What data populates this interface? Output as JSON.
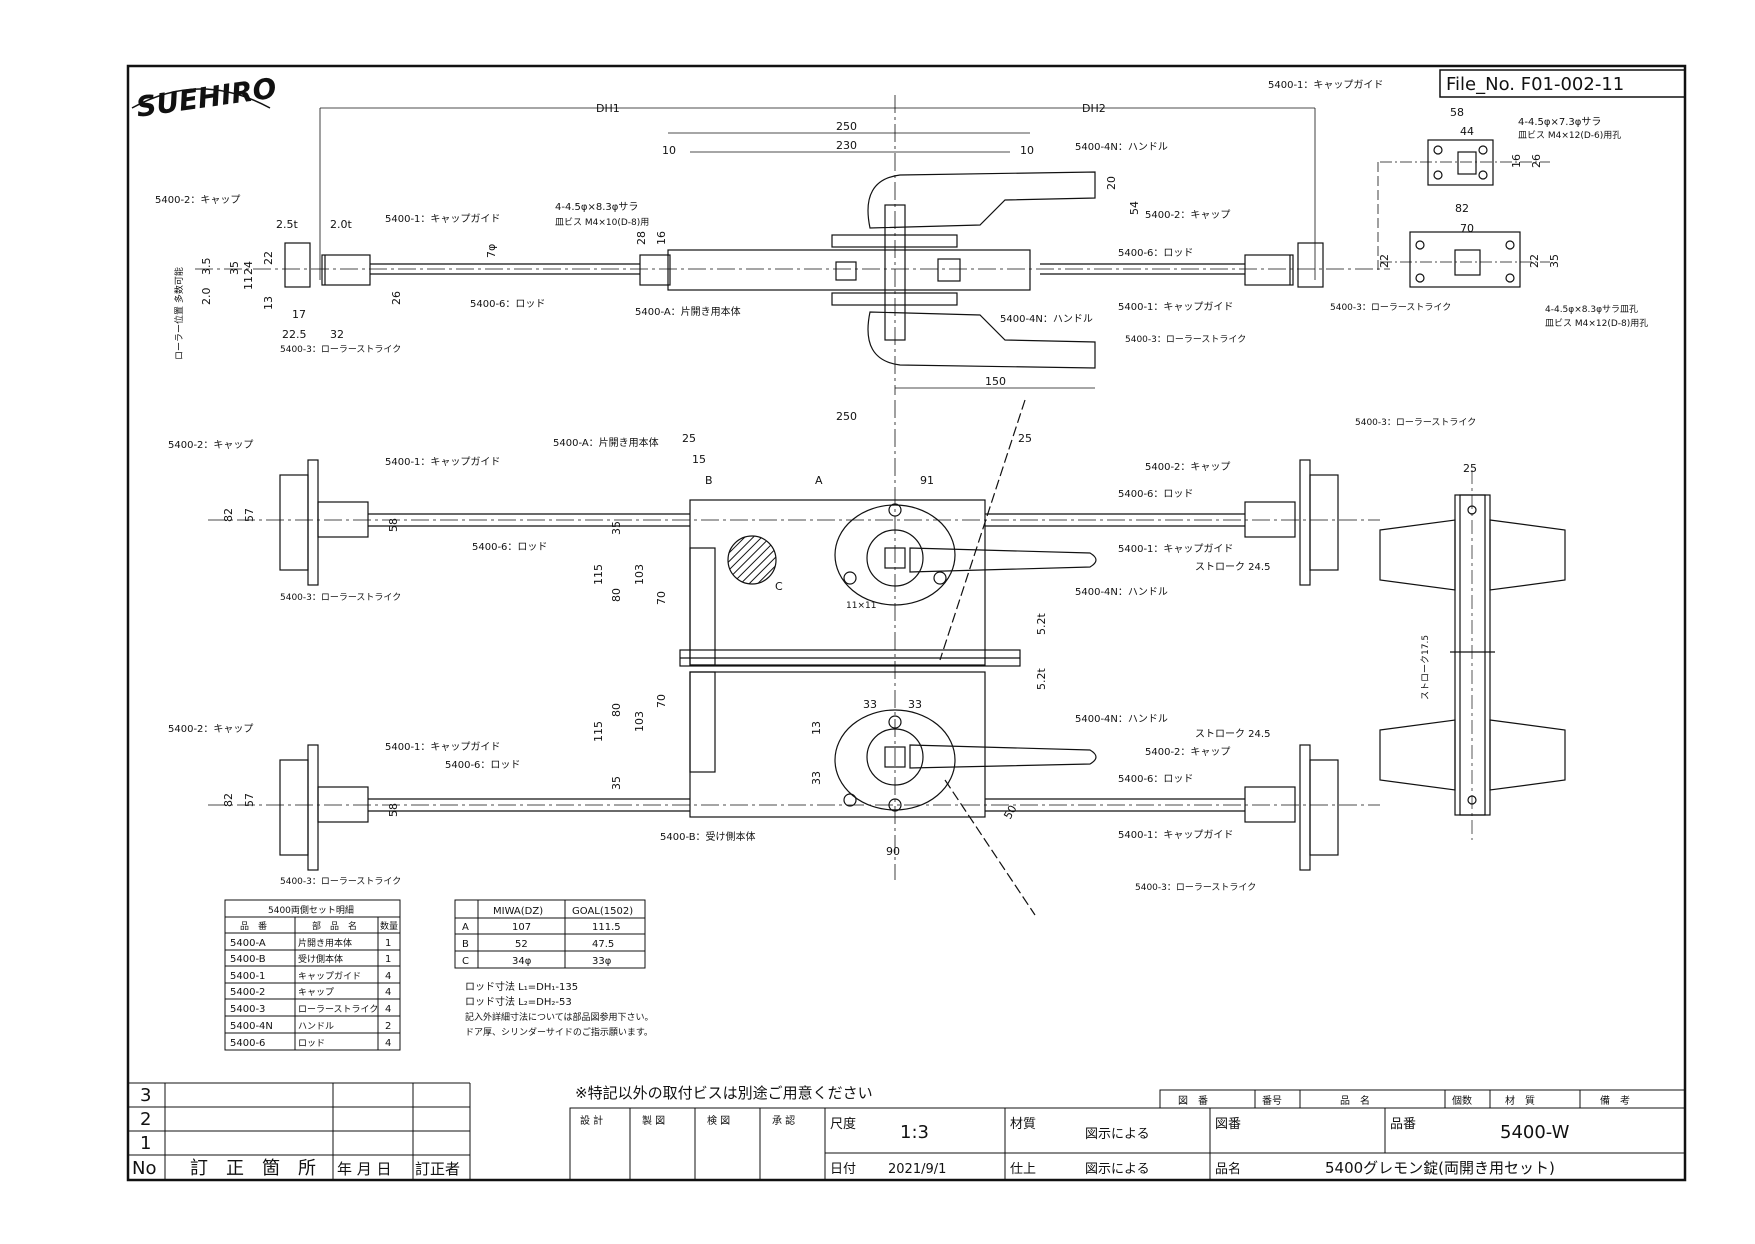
{
  "logo": "SUEHIRO",
  "file_no": "File_No. F01-002-11",
  "dims": {
    "dh1": "DH1",
    "dh2": "DH2",
    "w250": "250",
    "w230": "230",
    "ten_l": "10",
    "ten_r": "10",
    "h20": "20",
    "h54": "54",
    "w150": "150",
    "t25a": "2.5t",
    "t20": "2.0t",
    "h35": "35",
    "h24": "24",
    "h22": "22",
    "h11": "11",
    "h13": "13",
    "h35b": "3.5",
    "h20b": "2.0",
    "w17": "17",
    "w225": "22.5",
    "w32": "32",
    "h26": "26",
    "phi7": "7φ",
    "h28": "28",
    "h16": "16",
    "tr58": "58",
    "tr44": "44",
    "tr16": "16",
    "tr26": "26",
    "tr82": "82",
    "tr70": "70",
    "tr22a": "22",
    "tr22b": "22",
    "tr35": "35",
    "m250": "250",
    "m25a": "25",
    "m25b": "25",
    "m15": "15",
    "mB": "B",
    "mA": "A",
    "m91": "91",
    "m35a": "35",
    "m115a": "115",
    "m80a": "80",
    "m103a": "103",
    "m70a": "70",
    "m70b": "70",
    "m80b": "80",
    "m115b": "115",
    "m103b": "103",
    "m35b": "35",
    "m11x11": "11×11",
    "mC": "C",
    "m52a": "5.2t",
    "m52b": "5.2t",
    "m33a": "33",
    "m33b": "33",
    "m13": "13",
    "m33c": "33",
    "m90": "90",
    "m50": "50",
    "l82a": "82",
    "l57a": "57",
    "l58a": "58",
    "l82b": "82",
    "l57b": "57",
    "l58b": "58",
    "stroke1": "ストローク 24.5",
    "stroke2": "ストローク 24.5",
    "side25": "25",
    "side_stroke": "ストローク17.5"
  },
  "labels": {
    "cap_top_l": "5400-2：キャップ",
    "guide_top_l": "5400-1：キャップガイド",
    "rod_top_l": "5400-6：ロッド",
    "strike_top_l": "5400-3：ローラーストライク",
    "roller_note": "ローラー位置 多数可能",
    "screw_top": "4-4.5φ×8.3φサラ",
    "screw_top2": "皿ビス M4×10(D-8)用",
    "body_top": "5400-A：片開き用本体",
    "handle_top": "5400-4N：ハンドル",
    "handle_top2": "5400-4N：ハンドル",
    "rod_top_r": "5400-6：ロッド",
    "cap_top_r": "5400-2：キャップ",
    "guide_top_r": "5400-1：キャップガイド",
    "strike_top_r": "5400-3：ローラーストライク",
    "tr_guide": "5400-1：キャップガイド",
    "tr_screw": "4-4.5φ×7.3φサラ",
    "tr_screw2": "皿ビス M4×12(D-6)用孔",
    "tr_strike": "5400-3：ローラーストライク",
    "tr_screw3": "4-4.5φ×8.3φサラ皿孔",
    "tr_screw4": "皿ビス M4×12(D-8)用孔",
    "m_cap_l": "5400-2：キャップ",
    "m_guide_l": "5400-1：キャップガイド",
    "m_rod_l": "5400-6：ロッド",
    "m_strike_l": "5400-3：ローラーストライク",
    "m_body": "5400-A：片開き用本体",
    "m_strike_r": "5400-3：ローラーストライク",
    "m_cap_r": "5400-2：キャップ",
    "m_rod_r": "5400-6：ロッド",
    "m_guide_r": "5400-1：キャップガイド",
    "m_handle": "5400-4N：ハンドル",
    "b_cap_l": "5400-2：キャップ",
    "b_guide_l": "5400-1：キャップガイド",
    "b_rod_l": "5400-6：ロッド",
    "b_strike_l": "5400-3：ローラーストライク",
    "b_body": "5400-B：受け側本体",
    "b_handle": "5400-4N：ハンドル",
    "b_cap_r": "5400-2：キャップ",
    "b_rod_r": "5400-6：ロッド",
    "b_guide_r": "5400-1：キャップガイド",
    "b_strike_r": "5400-3：ローラーストライク"
  },
  "parts_table": {
    "title": "5400両側セット明細",
    "headers": [
      "品　番",
      "部　品　名",
      "数量"
    ],
    "rows": [
      [
        "5400-A",
        "片開き用本体",
        "1"
      ],
      [
        "5400-B",
        "受け側本体",
        "1"
      ],
      [
        "5400-1",
        "キャップガイド",
        "4"
      ],
      [
        "5400-2",
        "キャップ",
        "4"
      ],
      [
        "5400-3",
        "ローラーストライク",
        "4"
      ],
      [
        "5400-4N",
        "ハンドル",
        "2"
      ],
      [
        "5400-6",
        "ロッド",
        "4"
      ]
    ]
  },
  "size_table": {
    "headers": [
      "",
      "MIWA(DZ)",
      "GOAL(1502)"
    ],
    "rows": [
      [
        "A",
        "107",
        "111.5"
      ],
      [
        "B",
        "52",
        "47.5"
      ],
      [
        "C",
        "34φ",
        "33φ"
      ]
    ]
  },
  "notes": [
    "ロッド寸法 L₁=DH₁-135",
    "ロッド寸法 L₂=DH₂-53",
    "記入外詳細寸法については部品図参用下さい。",
    "ドア厚、シリンダーサイドのご指示願います。"
  ],
  "screw_note": "※特記以外の取付ビスは別途ご用意ください",
  "revision": {
    "rows": [
      "3",
      "2",
      "1"
    ],
    "headers": [
      "No",
      "訂　正　箇　所",
      "年 月 日",
      "訂正者"
    ]
  },
  "title_block": {
    "head": [
      "図　番",
      "番号",
      "品　名",
      "個数",
      "材　質",
      "備　考"
    ],
    "sign": [
      "設 計",
      "製 図",
      "検 図",
      "承 認"
    ],
    "scale_label": "尺度",
    "scale": "1:3",
    "date_label": "日付",
    "date": "2021/9/1",
    "material_label": "材質",
    "material": "図示による",
    "finish_label": "仕上",
    "finish": "図示による",
    "drawing_no_label": "図番",
    "part_no_label": "品番",
    "part_no": "5400-W",
    "name_label": "品名",
    "name": "5400グレモン錠(両開き用セット)"
  }
}
